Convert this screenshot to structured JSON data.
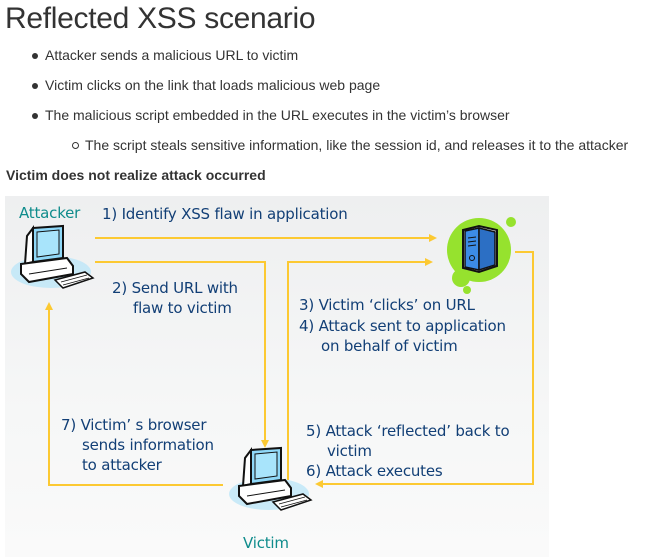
{
  "page": {
    "title": "Reflected XSS scenario",
    "bullets": [
      "Attacker sends a malicious URL to victim",
      "Victim clicks on the link that loads malicious web page",
      "The malicious script embedded in the URL executes in the victim’s browser"
    ],
    "sub_bullets": [
      "The script steals sensitive information, like the session id, and releases it to the attacker"
    ],
    "note": "Victim does not realize attack occurred"
  },
  "diagram": {
    "actors": {
      "attacker": "Attacker",
      "victim": "Victim",
      "server_icon": "server-icon"
    },
    "steps": {
      "s1": "1) Identify XSS flaw in application",
      "s2_line1": "2) Send URL with",
      "s2_line2": "flaw to victim",
      "s3": "3) Victim ‘clicks’ on URL",
      "s4_line1": "4) Attack sent to application",
      "s4_line2": "on behalf of victim",
      "s5_line1": "5) Attack ‘reflected’ back to",
      "s5_line2": "victim",
      "s6": "6) Attack executes",
      "s7_line1": "7) Victim’ s browser",
      "s7_line2": "sends information",
      "s7_line3": "to attacker"
    },
    "colors": {
      "arrow": "#fcc932",
      "label_text": "#123f76",
      "actor_text": "#0f8c8c",
      "server_blob": "#96e22e",
      "server_body": "#3c8ce6",
      "computer_screen": "#8fd8f8"
    }
  }
}
